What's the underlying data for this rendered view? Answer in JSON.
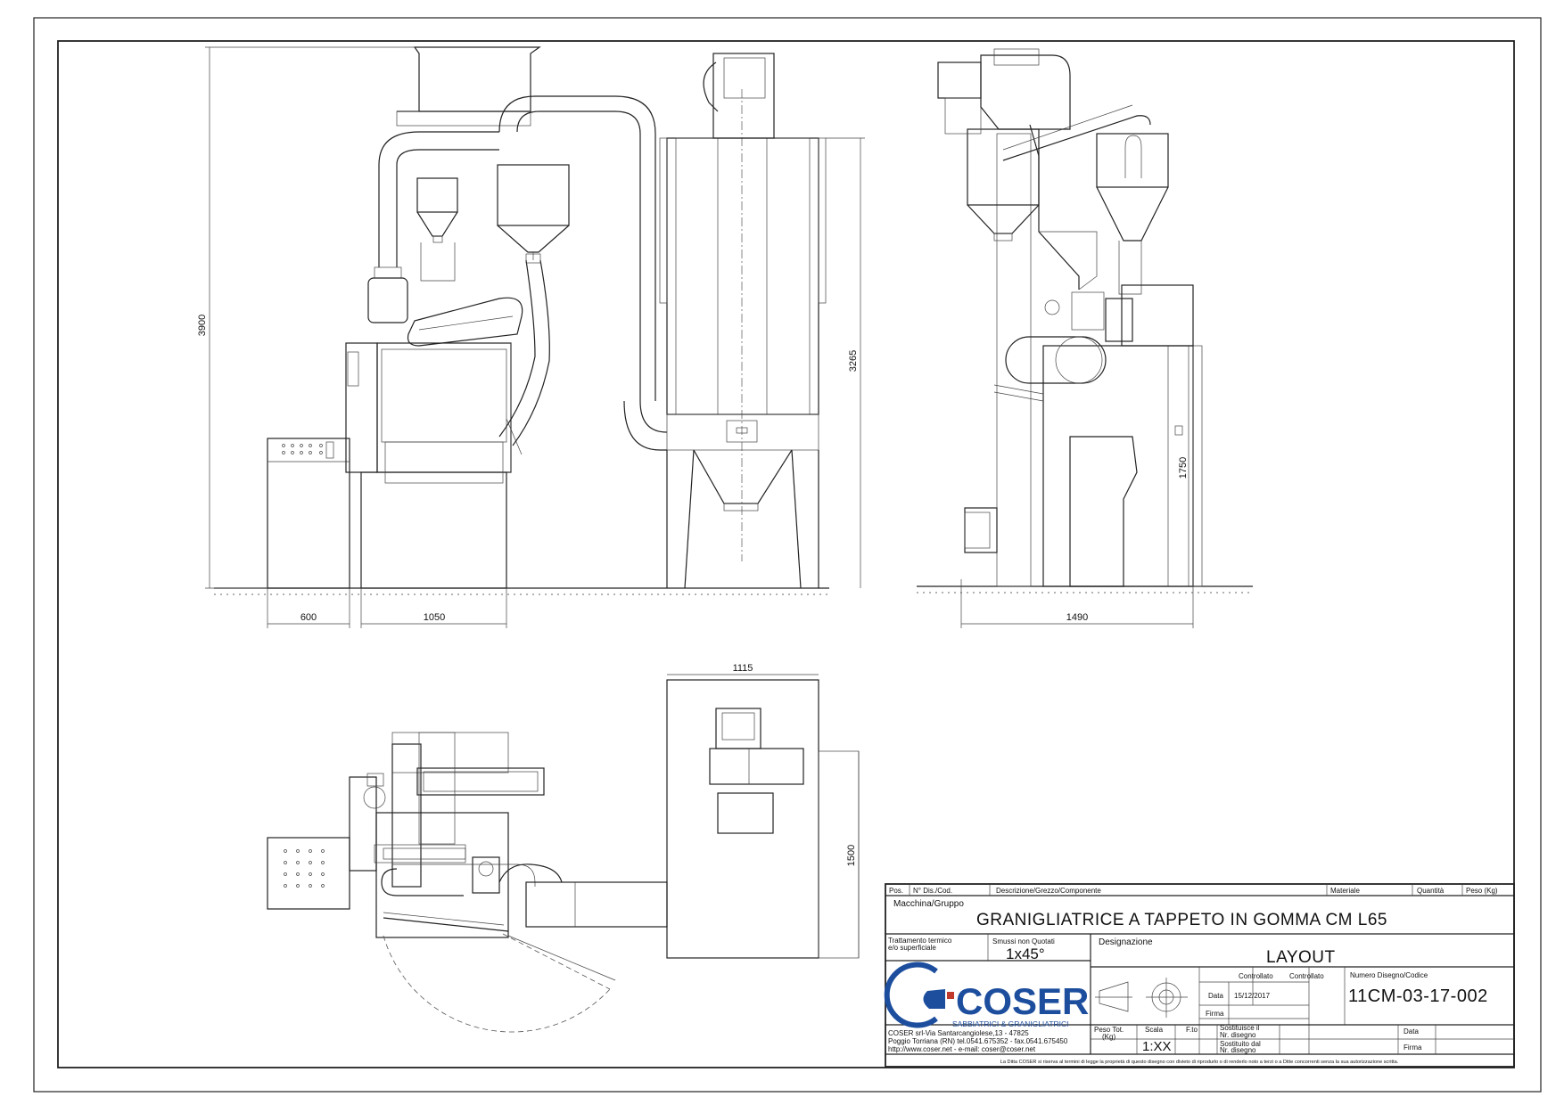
{
  "dimensions": {
    "front_height_total": "3900",
    "front_width_panel": "600",
    "front_width_machine": "1050",
    "filter_height": "3265",
    "side_width": "1490",
    "side_height": "1750",
    "plan_width": "1115",
    "plan_depth": "1500"
  },
  "title_block": {
    "header": {
      "pos": "Pos.",
      "nr": "N° Dis./Cod.",
      "desc": "Descrizione/Grezzo/Componente",
      "materiale": "Materiale",
      "quantita": "Quantità",
      "peso": "Peso (Kg)"
    },
    "macchina_label": "Macchina/Gruppo",
    "macchina_value": "GRANIGLIATRICE A TAPPETO IN GOMMA CM L65",
    "trattamento_label_1": "Trattamento termico",
    "trattamento_label_2": "e/o superficiale",
    "smussi_label": "Smussi non Quotati",
    "smussi_value": "1x45°",
    "designazione_label": "Designazione",
    "designazione_value": "LAYOUT",
    "controllato_1": "Controllato",
    "controllato_2": "Controllato",
    "data_label": "Data",
    "data_value": "15/12/2017",
    "firma_label": "Firma",
    "numero_label": "Numero Disegno/Codice",
    "numero_value": "11CM-03-17-002",
    "logo_text": "COSER",
    "logo_tagline": "SABBIATRICI & GRANIGLIATRICI",
    "address_1": "COSER srl-Via Santarcangiolese,13 - 47825",
    "address_2": "Poggio Torriana (RN) tel.0541.675352 - fax.0541.675450",
    "address_3": "http://www.coser.net - e-mail: coser@coser.net",
    "peso_tot_label_1": "Peso Tot.",
    "peso_tot_label_2": "(Kg)",
    "scala_label": "Scala",
    "scala_value": "1:XX",
    "fto_label": "F.to",
    "sostituisce_1": "Sostituisce il",
    "sostituisce_2": "Nr. disegno",
    "sostituito_1": "Sostituito dal",
    "sostituito_2": "Nr. disegno",
    "data_label_2": "Data",
    "firma_label_2": "Firma",
    "footer": "La Ditta COSER si riserva al termini di legge la proprietà di questo disegno con divieto di riprodurlo o di renderlo noto a terzi o a Ditte concorrenti senza la sua autorizzazione scritta."
  },
  "colors": {
    "logo_blue": "#1d4e9e",
    "line": "#222222"
  }
}
